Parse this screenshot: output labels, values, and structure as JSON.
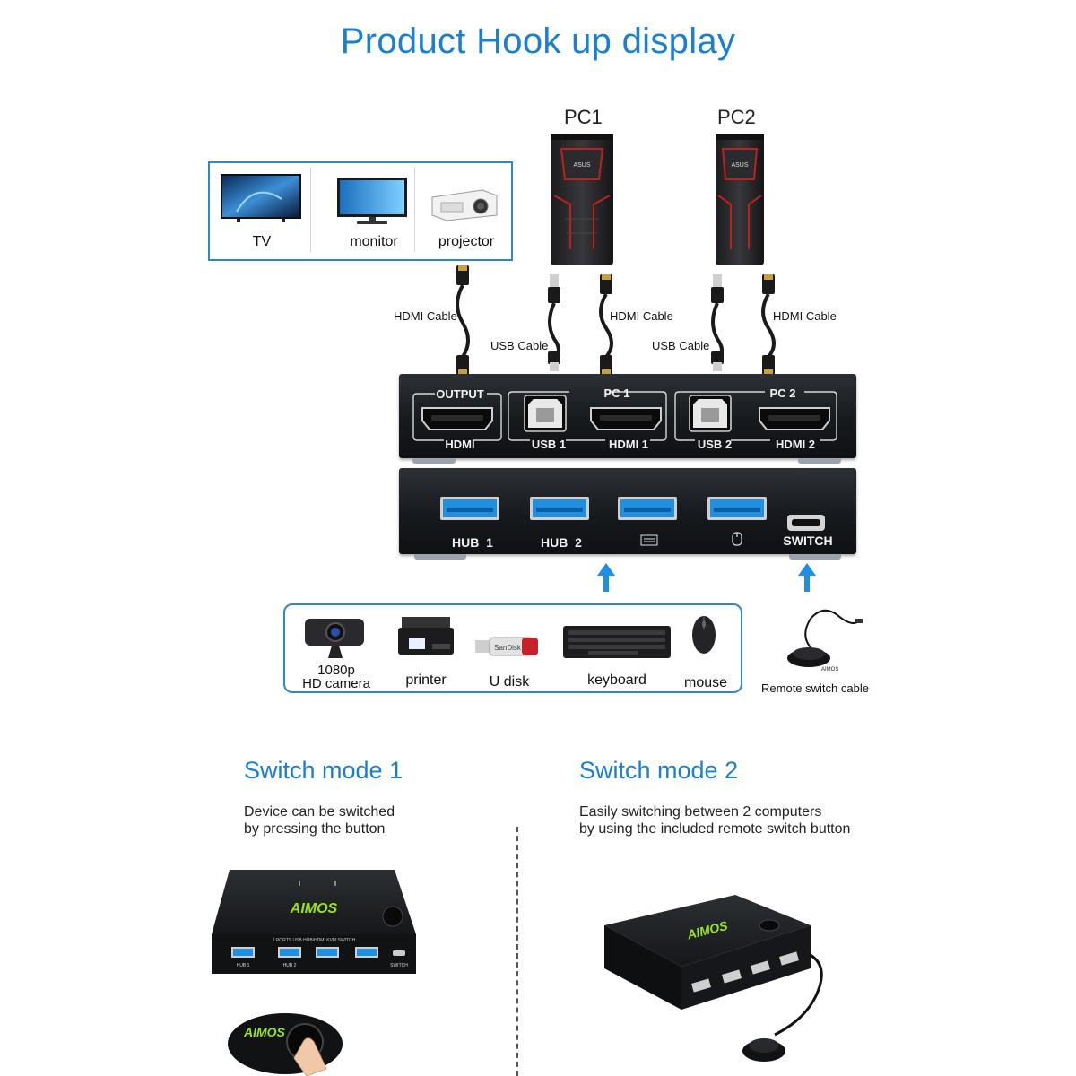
{
  "title": "Product Hook up display",
  "pcs": [
    {
      "label": "PC1",
      "brand": "ASUS"
    },
    {
      "label": "PC2",
      "brand": "ASUS"
    }
  ],
  "displays": [
    {
      "label": "TV",
      "icon": "tv-icon"
    },
    {
      "label": "monitor",
      "icon": "monitor-icon"
    },
    {
      "label": "projector",
      "icon": "projector-icon"
    }
  ],
  "cables": {
    "hdmi": "HDMI Cable",
    "usb": "USB Cable"
  },
  "rear_panel": {
    "output_top": "OUTPUT",
    "output_bottom": "HDMI",
    "pc1_top": "PC 1",
    "pc1_usb": "USB 1",
    "pc1_hdmi": "HDMI 1",
    "pc2_top": "PC 2",
    "pc2_usb": "USB 2",
    "pc2_hdmi": "HDMI 2"
  },
  "front_panel": {
    "hub1": "HUB  1",
    "hub2": "HUB  2",
    "keyboard_icon": "keyboard-icon",
    "mouse_icon": "mouse-icon",
    "switch": "SWITCH"
  },
  "peripherals": [
    {
      "label_line1": "1080p",
      "label_line2": "HD camera",
      "icon": "camera-icon"
    },
    {
      "label_line1": "printer",
      "icon": "printer-icon"
    },
    {
      "label_line1": "U disk",
      "icon": "usb-drive-icon",
      "brand": "SanDisk"
    },
    {
      "label_line1": "keyboard",
      "icon": "keyboard-icon"
    },
    {
      "label_line1": "mouse",
      "icon": "mouse-icon"
    }
  ],
  "remote": {
    "label": "Remote switch cable",
    "brand": "AIMOS"
  },
  "modes": [
    {
      "title": "Switch mode 1",
      "desc_line1": "Device can be switched",
      "desc_line2": "by pressing the button"
    },
    {
      "title": "Switch mode 2",
      "desc_line1": "Easily switching between 2 computers",
      "desc_line2": "by using the included remote switch button"
    }
  ],
  "product": {
    "brand": "AIMOS",
    "model_text": "2 PORTS USB HUB/HDMI KVM SWITCH",
    "ports": [
      "HUB 1",
      "HUB 2",
      "",
      "",
      "SWITCH"
    ]
  },
  "colors": {
    "accent": "#1a7fd0",
    "outline": "#2e87c8",
    "brand_green": "#9be21c",
    "pc_red": "#c0201c",
    "usb_blue": "#1f8fe0"
  }
}
